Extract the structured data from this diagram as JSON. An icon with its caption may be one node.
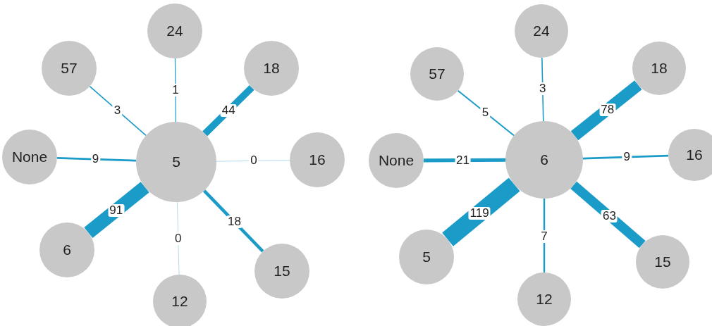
{
  "diagram": {
    "nodes": [
      {
        "text": [
          "5"
        ]
      },
      {
        "text": [
          "24"
        ]
      },
      {
        "text": [
          "57"
        ]
      },
      {
        "text": [
          "18"
        ]
      },
      {
        "text": [
          "None"
        ]
      },
      {
        "text": [
          "16"
        ]
      },
      {
        "text": [
          "6"
        ]
      },
      {
        "text": [
          "15"
        ]
      },
      {
        "text": [
          "12"
        ]
      },
      {
        "text": [
          "6"
        ]
      },
      {
        "text": [
          "24"
        ]
      },
      {
        "text": [
          "57"
        ]
      },
      {
        "text": [
          "18"
        ]
      },
      {
        "text": [
          "None"
        ]
      },
      {
        "text": [
          "16"
        ]
      },
      {
        "text": [
          "5"
        ]
      },
      {
        "text": [
          "15"
        ]
      },
      {
        "text": [
          "12"
        ]
      }
    ],
    "edges": [
      {
        "from": 0,
        "to": 1,
        "arrow": "none",
        "label": "1"
      },
      {
        "from": 0,
        "to": 2,
        "arrow": "none",
        "label": "3"
      },
      {
        "from": 0,
        "to": 3,
        "arrow": "none",
        "label": "44",
        "style": "thick"
      },
      {
        "from": 0,
        "to": 4,
        "arrow": "none",
        "label": "9"
      },
      {
        "from": 0,
        "to": 5,
        "arrow": "none",
        "label": "0",
        "color": "#b3dcea"
      },
      {
        "from": 0,
        "to": 6,
        "arrow": "none",
        "label": "91",
        "style": "thick"
      },
      {
        "from": 0,
        "to": 7,
        "arrow": "none",
        "label": "18"
      },
      {
        "from": 0,
        "to": 8,
        "arrow": "none",
        "label": "0",
        "color": "#b3dcea"
      },
      {
        "from": 9,
        "to": 10,
        "arrow": "none",
        "label": "3"
      },
      {
        "from": 9,
        "to": 11,
        "arrow": "none",
        "label": "5"
      },
      {
        "from": 9,
        "to": 12,
        "arrow": "none",
        "label": "78",
        "style": "thick"
      },
      {
        "from": 9,
        "to": 13,
        "arrow": "none",
        "label": "21",
        "style": "thick"
      },
      {
        "from": 9,
        "to": 14,
        "arrow": "none",
        "label": "9"
      },
      {
        "from": 9,
        "to": 15,
        "arrow": "none",
        "label": "119",
        "style": "thick"
      },
      {
        "from": 9,
        "to": 16,
        "arrow": "none",
        "label": "63",
        "style": "thick"
      },
      {
        "from": 9,
        "to": 17,
        "arrow": "none",
        "label": "7"
      }
    ]
  }
}
